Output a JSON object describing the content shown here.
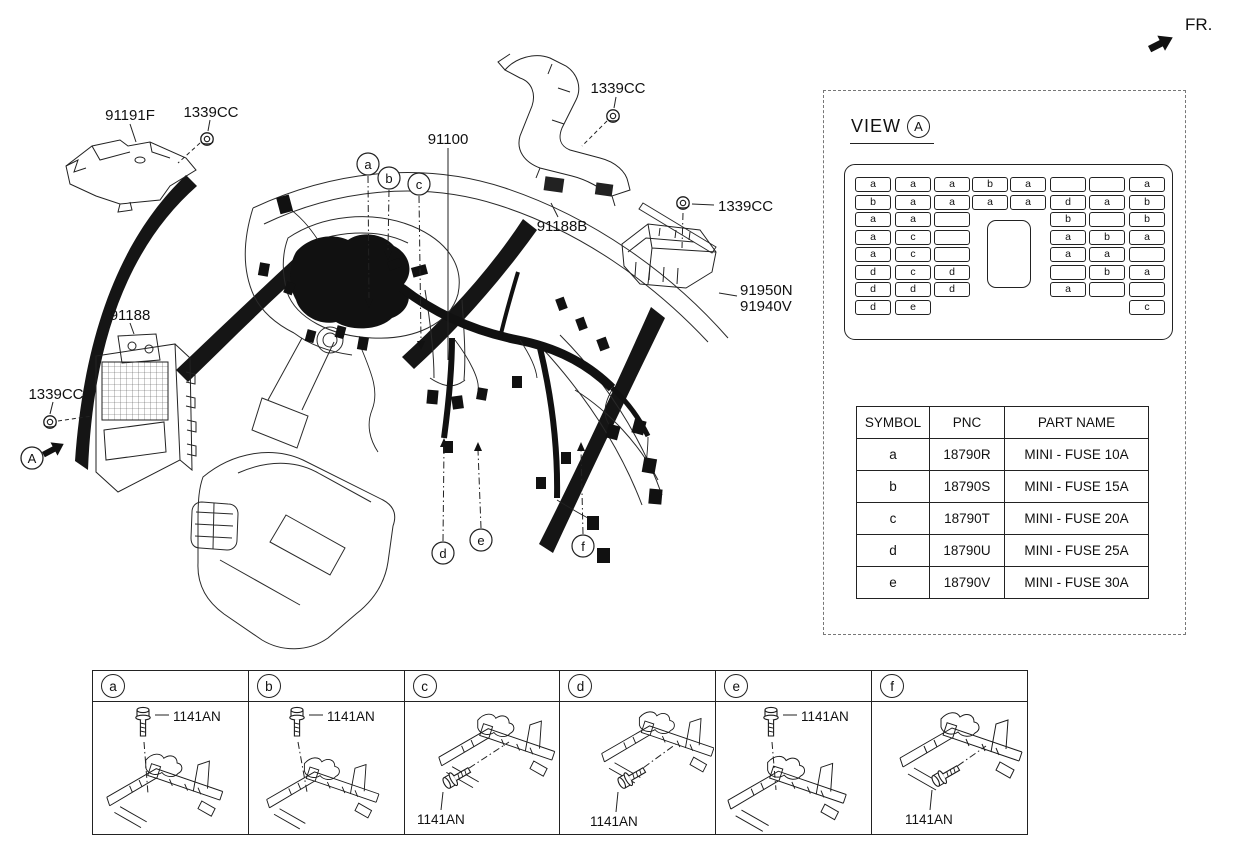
{
  "orientation": {
    "fr_label": "FR."
  },
  "parts": {
    "cover_label": "91191F",
    "nut_label": "1339CC",
    "junction_label": "91188",
    "main_harness_label": "91100",
    "bracket_label": "91188B",
    "unit_label_upper": "91950N",
    "unit_label_lower": "91940V",
    "bolt_label": "1141AN"
  },
  "callouts": {
    "top": [
      "a",
      "b",
      "c"
    ],
    "bottom": [
      "d",
      "e",
      "f"
    ]
  },
  "view_panel": {
    "title": "VIEW",
    "marker": "A",
    "fuse_grid": [
      [
        "a",
        "a",
        "a",
        "b",
        "a",
        "",
        "",
        "a"
      ],
      [
        "b",
        "a",
        "a",
        "a",
        "a",
        "d",
        "a",
        "b"
      ],
      [
        "a",
        "a",
        "",
        null,
        null,
        "b",
        "",
        "b"
      ],
      [
        "a",
        "c",
        "",
        null,
        null,
        "a",
        "b",
        "a"
      ],
      [
        "a",
        "c",
        "",
        null,
        null,
        "a",
        "a",
        ""
      ],
      [
        "d",
        "c",
        "d",
        null,
        null,
        "",
        "b",
        "a"
      ],
      [
        "d",
        "d",
        "d",
        null,
        null,
        "a",
        "",
        ""
      ],
      [
        "d",
        "e",
        null,
        null,
        null,
        null,
        null,
        "c"
      ]
    ],
    "table": {
      "headers": [
        "SYMBOL",
        "PNC",
        "PART NAME"
      ],
      "rows": [
        [
          "a",
          "18790R",
          "MINI - FUSE 10A"
        ],
        [
          "b",
          "18790S",
          "MINI - FUSE 15A"
        ],
        [
          "c",
          "18790T",
          "MINI - FUSE 20A"
        ],
        [
          "d",
          "18790U",
          "MINI - FUSE 25A"
        ],
        [
          "e",
          "18790V",
          "MINI - FUSE 30A"
        ]
      ]
    }
  },
  "bottom_strip": {
    "cells": [
      {
        "id": "a",
        "bolt_label": "1141AN"
      },
      {
        "id": "b",
        "bolt_label": "1141AN"
      },
      {
        "id": "c",
        "bolt_label": "1141AN"
      },
      {
        "id": "d",
        "bolt_label": "1141AN"
      },
      {
        "id": "e",
        "bolt_label": "1141AN"
      },
      {
        "id": "f",
        "bolt_label": "1141AN"
      }
    ]
  },
  "colors": {
    "line": "#1c1c1c",
    "background": "#ffffff"
  }
}
